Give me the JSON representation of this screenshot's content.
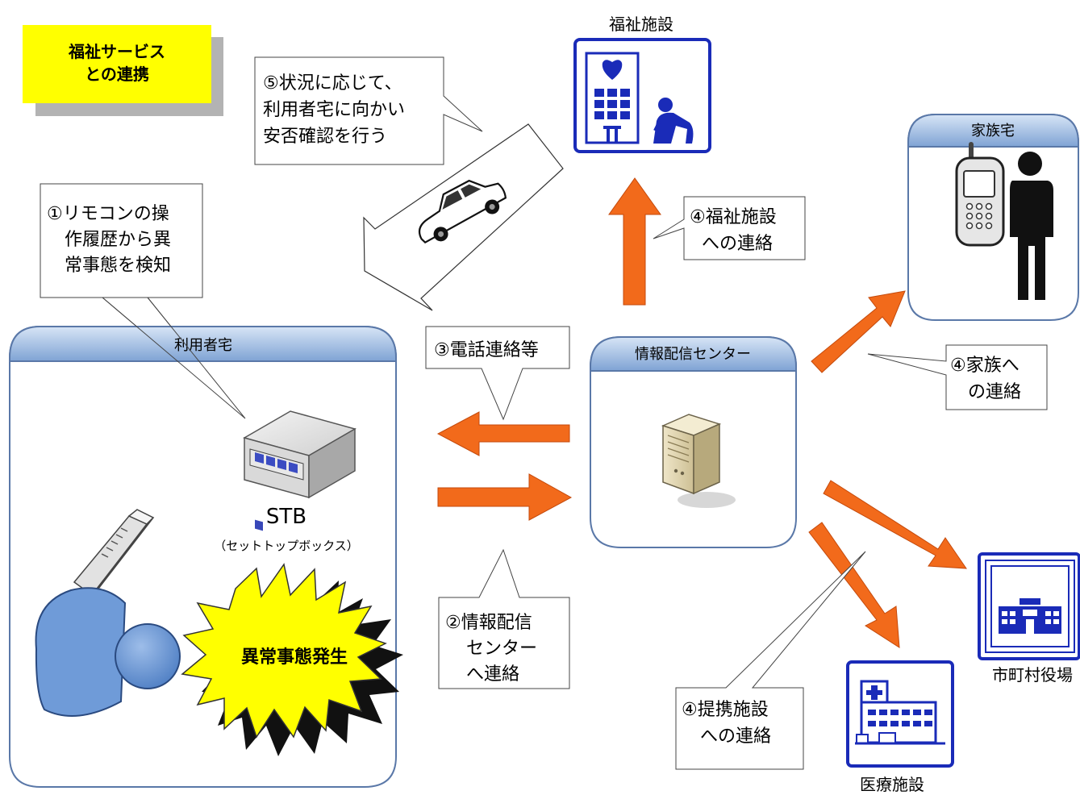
{
  "title_badge": [
    "福祉サービス",
    "との連携"
  ],
  "panels": {
    "user_home": "利用者宅",
    "info_center": "情報配信センター",
    "family_home": "家族宅"
  },
  "facilities": {
    "welfare": "福祉施設",
    "city_hall": "市町村役場",
    "medical": "医療施設"
  },
  "stb": {
    "name": "STB",
    "sub": "（セットトップボックス）"
  },
  "alert": "異常事態発生",
  "callouts": {
    "step1": [
      "①リモコンの操",
      "作履歴から異",
      "常事態を検知"
    ],
    "step2": [
      "②情報配信",
      "センター",
      "へ連絡"
    ],
    "step3": [
      "③電話連絡等"
    ],
    "step4_welfare": [
      "④福祉施設",
      "への連絡"
    ],
    "step4_family": [
      "④家族へ",
      "の連絡"
    ],
    "step4_partner": [
      "④提携施設",
      "への連絡"
    ],
    "step5": [
      "⑤状況に応じて、",
      "利用者宅に向かい",
      "安否確認を行う"
    ]
  },
  "colors": {
    "arrow": "#f26a1b",
    "arrow_stroke": "#c44a0c",
    "panel_header": "#8fb1db",
    "panel_border": "#5a78a8",
    "facility_border": "#1a2bb8",
    "badge": "#ffff00",
    "person": "#6f9bd8"
  }
}
